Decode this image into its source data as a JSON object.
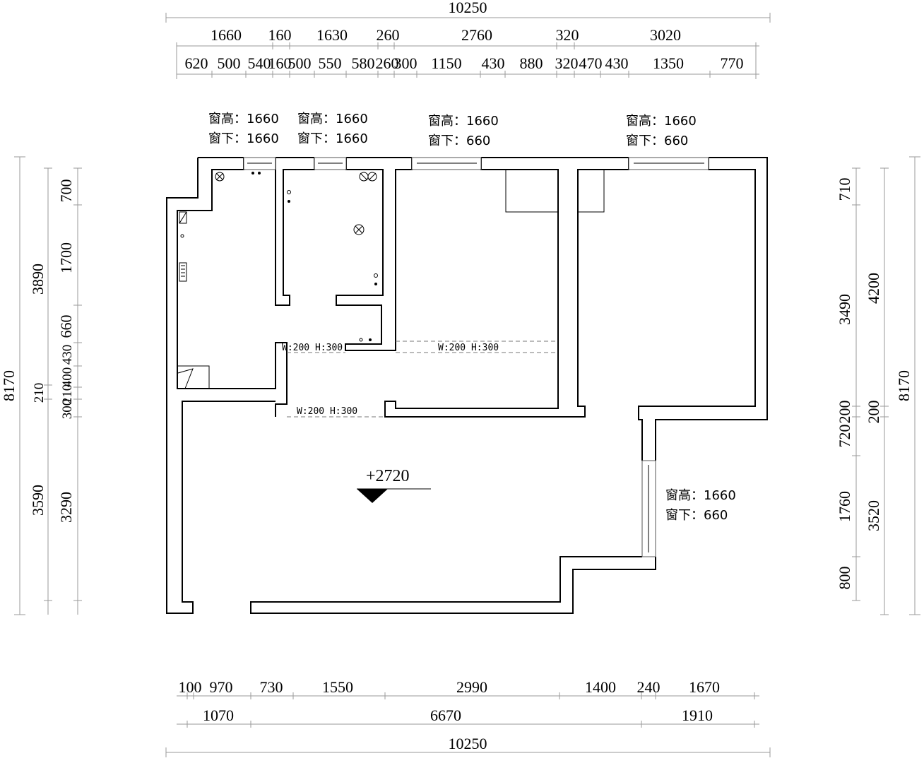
{
  "top_dims": {
    "overall": "10250",
    "row1": [
      "1660",
      "160",
      "1630",
      "260",
      "2760",
      "320",
      "3020"
    ],
    "row2": [
      "620",
      "500",
      "540",
      "160",
      "500",
      "550",
      "580",
      "260",
      "300",
      "1150",
      "430",
      "880",
      "320",
      "470",
      "430",
      "1350",
      "770"
    ]
  },
  "bottom_dims": {
    "row1": [
      "100",
      "970",
      "730",
      "1550",
      "2990",
      "1400",
      "240",
      "1670"
    ],
    "row2": [
      "1070",
      "6670",
      "1910"
    ],
    "overall": "10250"
  },
  "left_dims": {
    "overall": "8170",
    "mid": [
      "3890",
      "210",
      "3590"
    ],
    "inner": [
      "700",
      "1700",
      "660",
      "430",
      "400",
      "210",
      "300",
      "3290"
    ]
  },
  "right_dims": {
    "inner": [
      "710",
      "3490",
      "200",
      "720",
      "1760",
      "800"
    ],
    "mid": [
      "4200",
      "200",
      "3520"
    ],
    "overall": "8170"
  },
  "window_notes": [
    {
      "height": "窗高：1660",
      "sill": "窗下：1660"
    },
    {
      "height": "窗高：1660",
      "sill": "窗下：1660"
    },
    {
      "height": "窗高：1660",
      "sill": "窗下：660"
    },
    {
      "height": "窗高：1660",
      "sill": "窗下：660"
    },
    {
      "height": "窗高：1660",
      "sill": "窗下：660"
    }
  ],
  "beams": [
    "W:200 H:300",
    "W:200 H:300",
    "W:200 H:300"
  ],
  "elevation": "+2720",
  "colors": {
    "line": "#000000",
    "dimension_line": "#9a9a9a",
    "background": "#ffffff"
  }
}
